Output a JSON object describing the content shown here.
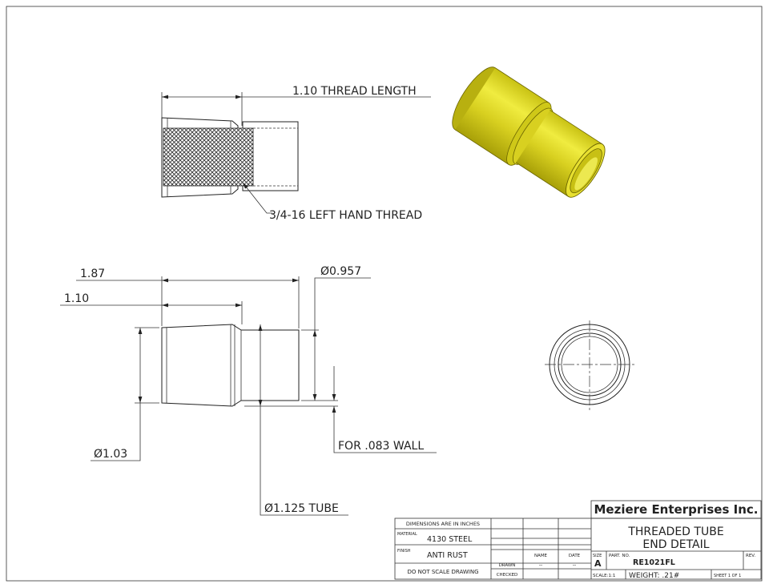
{
  "drawing": {
    "thread_length_label": "1.10 THREAD LENGTH",
    "thread_spec_label": "3/4-16 LEFT HAND THREAD",
    "overall_length_label": "1.87",
    "body_length_label": "1.10",
    "inner_diameter_label": "Ø0.957",
    "body_diameter_label": "Ø1.03",
    "tube_diameter_label": "Ø1.125 TUBE",
    "wall_label": "FOR .083 WALL",
    "part_color": "#d8d820"
  },
  "title_block": {
    "company": "Meziere Enterprises Inc.",
    "title_line1": "THREADED TUBE",
    "title_line2": "END DETAIL",
    "dimensions_note": "DIMENSIONS ARE IN INCHES",
    "material_label": "MATERIAL",
    "material_value": "4130 STEEL",
    "finish_label": "FINISH",
    "finish_value": "ANTI RUST",
    "scale_note": "DO NOT SCALE DRAWING",
    "name_header": "NAME",
    "date_header": "DATE",
    "drawn_label": "DRAWN",
    "drawn_name": "--",
    "drawn_date": "--",
    "checked_label": "CHECKED",
    "size_label": "SIZE",
    "size_value": "A",
    "part_no_label": "PART. NO.",
    "part_no_value": "RE1021FL",
    "rev_label": "REV.",
    "scale_label": "SCALE:1:1",
    "weight_label": "WEIGHT: .21#",
    "sheet_label": "SHEET 1 OF 1"
  }
}
